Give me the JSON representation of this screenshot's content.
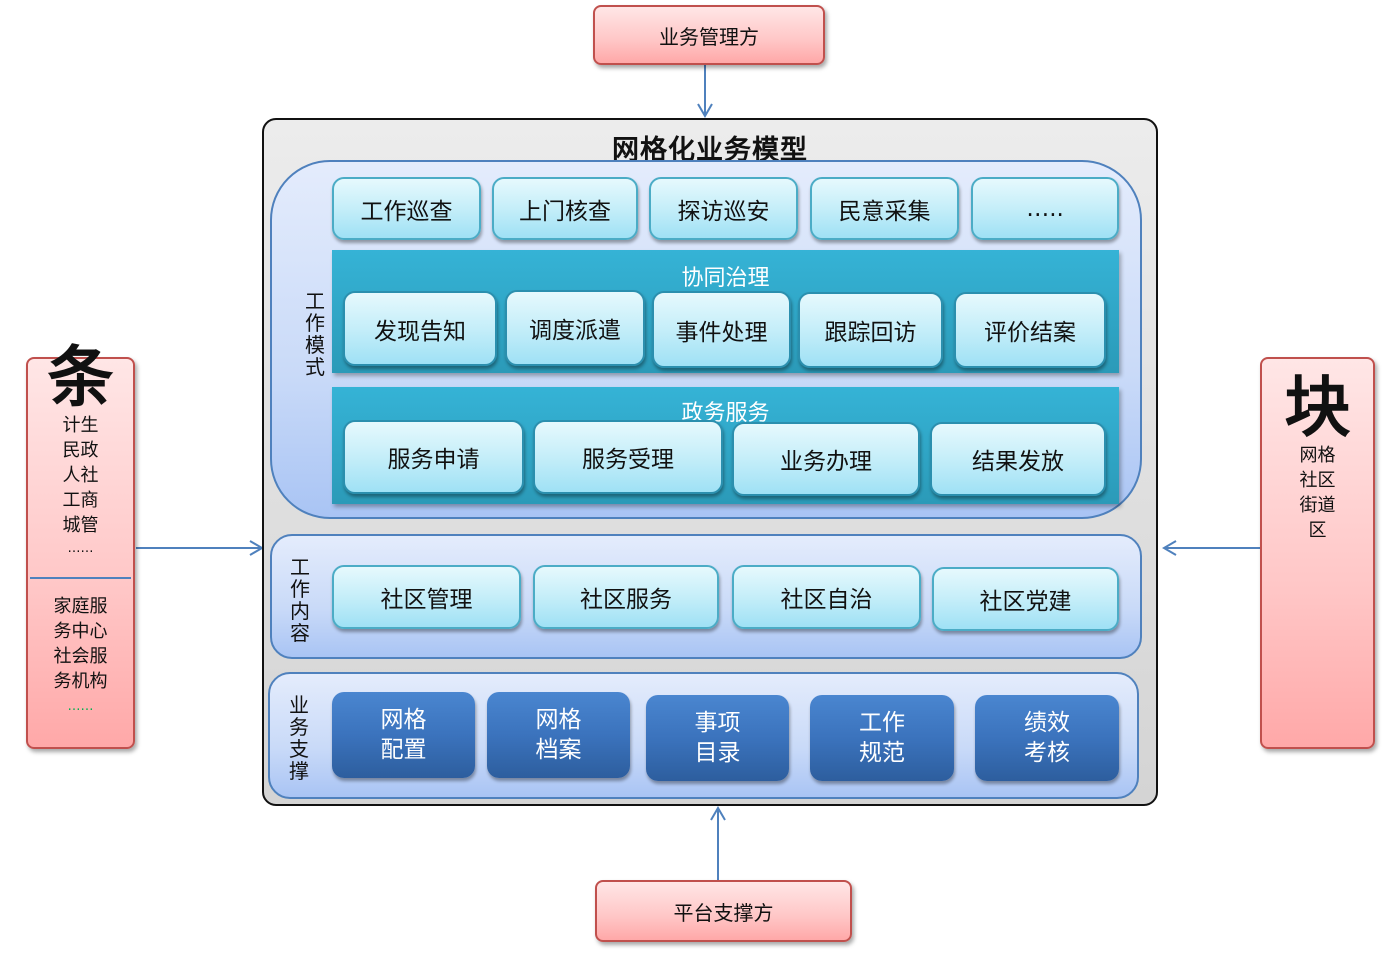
{
  "top_party": "业务管理方",
  "bottom_party": "平台支撑方",
  "model_title": "网格化业务模型",
  "left_side": {
    "big_char": "条",
    "departments": [
      "计生",
      "民政",
      "人社",
      "工商",
      "城管"
    ],
    "departments_more": "……",
    "organizations": [
      "家庭服",
      "务中心",
      "社会服",
      "务机构"
    ],
    "organizations_more": "……"
  },
  "right_side": {
    "big_char": "块",
    "levels": [
      "网格",
      "社区",
      "街道",
      "区"
    ]
  },
  "work_mode": {
    "label": [
      "工",
      "作",
      "模",
      "式"
    ],
    "top_items": [
      "工作巡查",
      "上门核查",
      "探访巡安",
      "民意采集",
      "….."
    ],
    "collab": {
      "title": "协同治理",
      "items": [
        "发现告知",
        "调度派遣",
        "事件处理",
        "跟踪回访",
        "评价结案"
      ]
    },
    "gov": {
      "title": "政务服务",
      "items": [
        "服务申请",
        "服务受理",
        "业务办理",
        "结果发放"
      ]
    }
  },
  "work_content": {
    "label": [
      "工",
      "作",
      "内",
      "容"
    ],
    "items": [
      "社区管理",
      "社区服务",
      "社区自治",
      "社区党建"
    ]
  },
  "business_support": {
    "label": [
      "业",
      "务",
      "支",
      "撑"
    ],
    "items": [
      [
        "网格",
        "配置"
      ],
      [
        "网格",
        "档案"
      ],
      [
        "事项",
        "目录"
      ],
      [
        "工作",
        "规范"
      ],
      [
        "绩效",
        "考核"
      ]
    ]
  },
  "colors": {
    "arrow": "#4f81bd",
    "pink_border": "#c0504d",
    "band": "#35b3d6",
    "dark_box": "#3b73bd",
    "green_dots": "#00b050"
  }
}
